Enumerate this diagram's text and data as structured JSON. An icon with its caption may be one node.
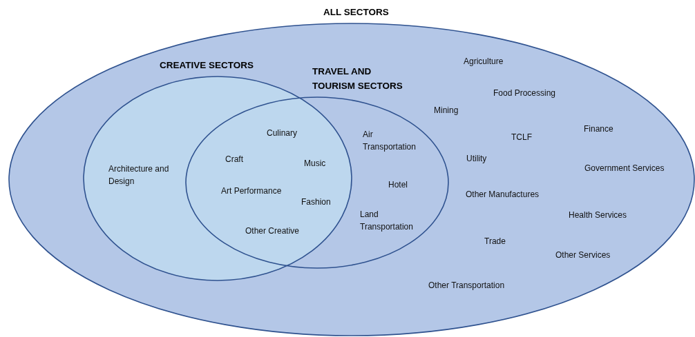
{
  "diagram": {
    "nodes": [
      {
        "text": [
          "ALL SECTORS"
        ]
      },
      {
        "text": [
          "CREATIVE SECTORS"
        ],
        "in": 0
      },
      {
        "text": [
          "TRAVEL AND TOURISM SECTORS"
        ],
        "in": 0
      }
    ],
    "edges": [],
    "labels": [
      "Agriculture",
      "Food Processing",
      "Mining",
      "Finance",
      "Culinary",
      "Air Transportation",
      "TCLF",
      "Craft",
      "Utility",
      "Music",
      "Architecture and Design",
      "Government Services",
      "Hotel",
      "Art Performance",
      "Other Manufactures",
      "Fashion",
      "Land Transportation",
      "Health Services",
      "Other Creative",
      "Trade",
      "Other Services",
      "Other Transportation"
    ]
  }
}
